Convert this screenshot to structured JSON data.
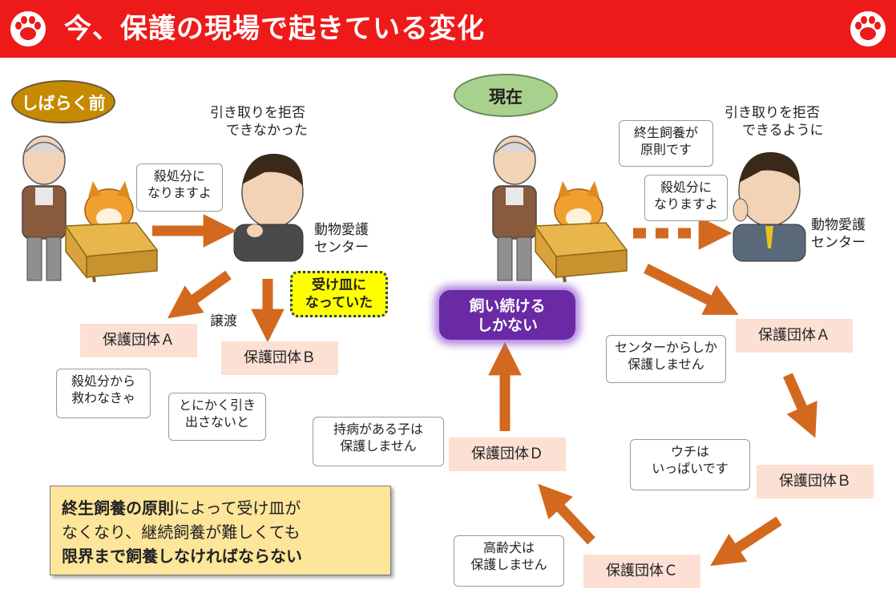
{
  "header": {
    "title": "今、保護の現場で起きている変化"
  },
  "left": {
    "badge": "しばらく前",
    "refusal_line1": "引き取りを拒否",
    "refusal_line2": "できなかった",
    "owner_bubble_line1": "殺処分に",
    "owner_bubble_line2": "なりますよ",
    "center_label_line1": "動物愛護",
    "center_label_line2": "センター",
    "transfer_label": "譲渡",
    "yellow_line1": "受け皿に",
    "yellow_line2": "なっていた",
    "group_a": "保護団体Ａ",
    "group_b": "保護団体Ｂ",
    "bubble_a_line1": "殺処分から",
    "bubble_a_line2": "救わなきゃ",
    "bubble_b_line1": "とにかく引き",
    "bubble_b_line2": "出さないと"
  },
  "right": {
    "badge": "現在",
    "refusal_line1": "引き取りを拒否",
    "refusal_line2": "できるように",
    "principle_bubble_line1": "終生飼養が",
    "principle_bubble_line2": "原則です",
    "owner_bubble_line1": "殺処分に",
    "owner_bubble_line2": "なりますよ",
    "center_label_line1": "動物愛護",
    "center_label_line2": "センター",
    "keep_line1": "飼い続ける",
    "keep_line2": "しかない",
    "group_a": "保護団体Ａ",
    "group_b": "保護団体Ｂ",
    "group_c": "保護団体Ｃ",
    "group_d": "保護団体Ｄ",
    "bubble_a_line1": "センターからしか",
    "bubble_a_line2": "保護しません",
    "bubble_b_line1": "ウチは",
    "bubble_b_line2": "いっぱいです",
    "bubble_c_line1": "高齢犬は",
    "bubble_c_line2": "保護しません",
    "bubble_d_line1": "持病がある子は",
    "bubble_d_line2": "保護しません"
  },
  "summary": {
    "line1_bold": "終生飼養の原則",
    "line1_rest": "によって受け皿が",
    "line2": "なくなり、継続飼養が難しくても",
    "line3": "限界まで飼養しなければならない"
  },
  "colors": {
    "header": "#ee1a1a",
    "arrow": "#d2691e",
    "org_box": "#fbe0d3",
    "summary_bg": "#fde59a",
    "purple": "#6a2aa6",
    "yellow": "#ffff00",
    "left_badge": "#c58a00",
    "right_badge": "#a9d18e"
  },
  "icons": [
    "paw-icon",
    "elderly-man-illustration",
    "shiba-dog-in-box-illustration",
    "staff-man-illustration"
  ]
}
